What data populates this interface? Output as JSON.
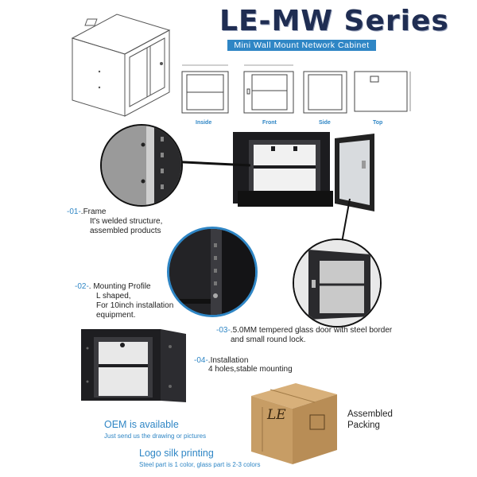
{
  "header": {
    "title": "LE-MW Series",
    "subtitle": "Mini Wall Mount Network Cabinet"
  },
  "drawings": {
    "labels": [
      "Inside",
      "Front",
      "Side",
      "Top"
    ]
  },
  "features": [
    {
      "number": "-01-",
      "title": ".Frame",
      "lines": [
        "It's welded structure,",
        "assembled products"
      ]
    },
    {
      "number": "-02-",
      "title": ". Mounting Profile",
      "lines": [
        "L shaped,",
        "For 10inch installation",
        "equipment."
      ]
    },
    {
      "number": "-03-",
      "title": ".5.0MM tempered glass door with steel border",
      "lines": [
        "and small round lock."
      ]
    },
    {
      "number": "-04-",
      "title": ".Installation",
      "lines": [
        "4 holes,stable mounting"
      ]
    }
  ],
  "oem": {
    "title": "OEM is available",
    "subtitle": "Just send us the drawing or pictures"
  },
  "logo": {
    "title": "Logo silk printing",
    "subtitle": "Steel part is 1 color, glass part is 2-3 colors"
  },
  "packing": {
    "label_line1": "Assembled",
    "label_line2": "Packing",
    "box_logo": "LE"
  },
  "colors": {
    "accent": "#2f86c5",
    "title": "#1f2d52",
    "cabinet": "#1c1c1f",
    "box": "#c9a06a"
  }
}
